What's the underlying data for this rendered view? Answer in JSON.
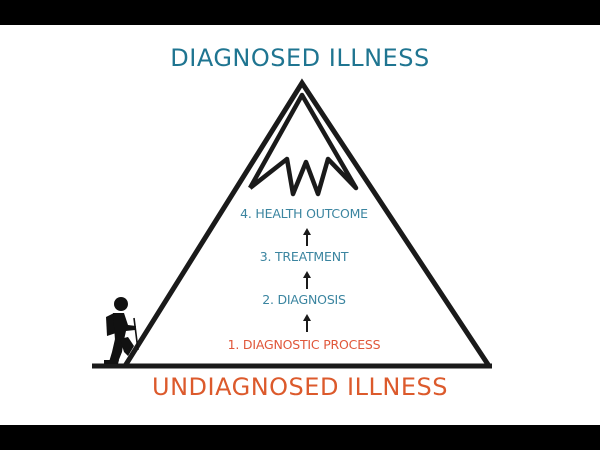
{
  "titles": {
    "top": "DIAGNOSED ILLNESS",
    "bottom": "UNDIAGNOSED ILLNESS"
  },
  "steps": [
    {
      "label": "4. HEALTH OUTCOME",
      "color": "#3b85a0"
    },
    {
      "label": "3. TREATMENT",
      "color": "#3b85a0"
    },
    {
      "label": "2. DIAGNOSIS",
      "color": "#3b85a0"
    },
    {
      "label": "1. DIAGNOSTIC PROCESS",
      "color": "#e0573a"
    }
  ],
  "icons": {
    "mountain": "mountain-icon",
    "snow_cap": "snow-cap-icon",
    "climber": "hiker-icon",
    "arrow": "arrow-up-icon"
  },
  "colors": {
    "top_title": "#1f7591",
    "bottom_title": "#dc5a2c",
    "line": "#1a1a1a"
  }
}
